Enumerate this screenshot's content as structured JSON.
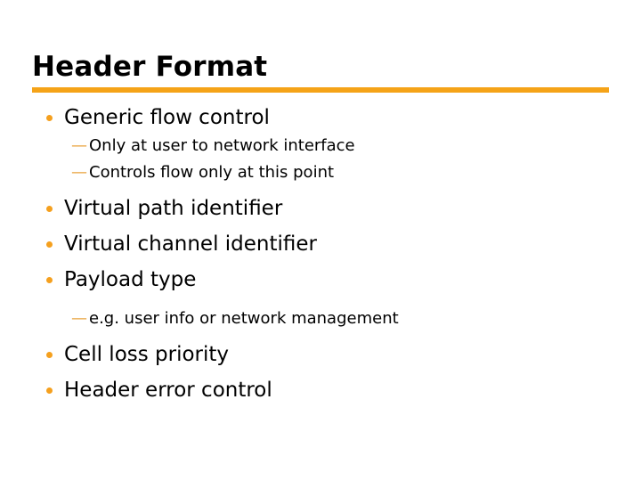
{
  "slide": {
    "title": "Header Format",
    "accent_color": "#F5A318",
    "bullet_color": "#F5A01E",
    "dash_color": "#E8A33D",
    "background_color": "#FFFFFF",
    "text_color": "#000000",
    "dash_marker": "—",
    "content": [
      {
        "level": 1,
        "text": "Generic flow control"
      },
      {
        "level": 2,
        "text": "Only at user to network interface"
      },
      {
        "level": 2,
        "text": "Controls flow only at this point"
      },
      {
        "level": 1,
        "text": "Virtual path identifier"
      },
      {
        "level": 1,
        "text": "Virtual channel identifier"
      },
      {
        "level": 1,
        "text": "Payload type"
      },
      {
        "level": 2,
        "text": "e.g. user info or network management"
      },
      {
        "level": 1,
        "text": "Cell loss priority"
      },
      {
        "level": 1,
        "text": "Header error control"
      }
    ]
  }
}
